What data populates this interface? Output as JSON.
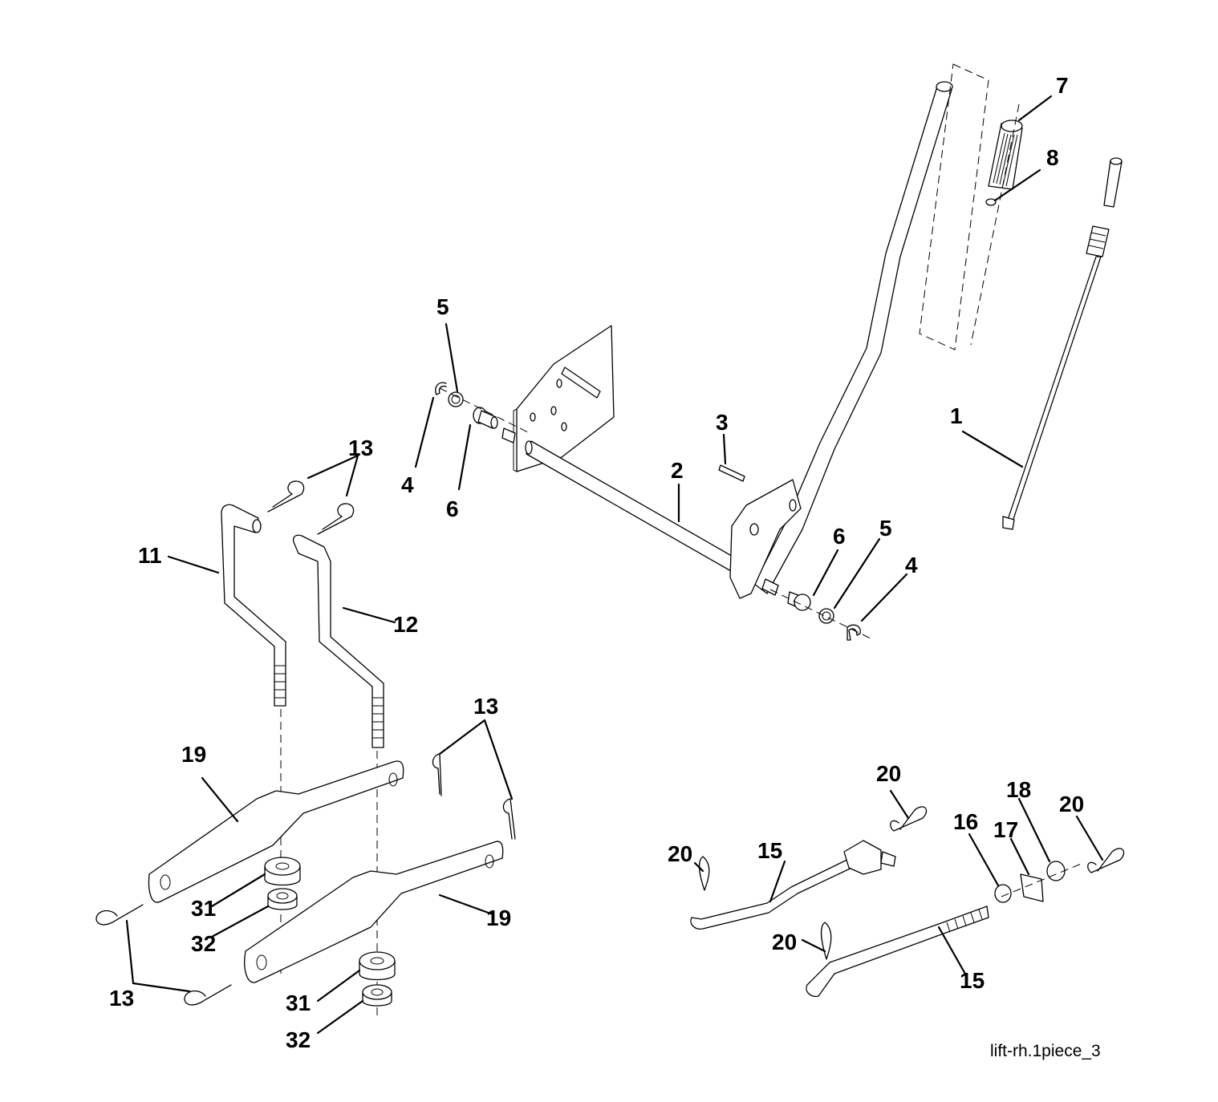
{
  "diagram": {
    "type": "exploded-parts-diagram",
    "subject": "mower deck lift linkage (right-hand, one piece)",
    "caption": "lift-rh.1piece_3",
    "line_color": "#000000",
    "background_color": "#ffffff"
  },
  "callouts": [
    {
      "id": "c1",
      "label": "1",
      "part": "lift cable / rod with spring"
    },
    {
      "id": "c2",
      "label": "2",
      "part": "lift shaft"
    },
    {
      "id": "c3",
      "label": "3",
      "part": "roll pin"
    },
    {
      "id": "c4a",
      "label": "4",
      "part": "retaining clip (left)"
    },
    {
      "id": "c4b",
      "label": "4",
      "part": "retaining clip (right)"
    },
    {
      "id": "c5a",
      "label": "5",
      "part": "washer (left)"
    },
    {
      "id": "c5b",
      "label": "5",
      "part": "washer (right)"
    },
    {
      "id": "c6a",
      "label": "6",
      "part": "bushing (left)"
    },
    {
      "id": "c6b",
      "label": "6",
      "part": "bushing (right)"
    },
    {
      "id": "c7",
      "label": "7",
      "part": "grip"
    },
    {
      "id": "c8",
      "label": "8",
      "part": "button"
    },
    {
      "id": "c11",
      "label": "11",
      "part": "lift link left"
    },
    {
      "id": "c12",
      "label": "12",
      "part": "lift link right"
    },
    {
      "id": "c13a",
      "label": "13",
      "part": "hairpin clips (upper)"
    },
    {
      "id": "c13b",
      "label": "13",
      "part": "hairpin clips (right)"
    },
    {
      "id": "c13c",
      "label": "13",
      "part": "hairpin clips (lower left)"
    },
    {
      "id": "c15a",
      "label": "15",
      "part": "front link rod (upper)"
    },
    {
      "id": "c15b",
      "label": "15",
      "part": "front link rod (lower)"
    },
    {
      "id": "c16",
      "label": "16",
      "part": "nut"
    },
    {
      "id": "c17",
      "label": "17",
      "part": "trunnion block"
    },
    {
      "id": "c18",
      "label": "18",
      "part": "nut"
    },
    {
      "id": "c19a",
      "label": "19",
      "part": "deck lift arm (upper)"
    },
    {
      "id": "c19b",
      "label": "19",
      "part": "deck lift arm (lower)"
    },
    {
      "id": "c20a",
      "label": "20",
      "part": "hairpin clip"
    },
    {
      "id": "c20b",
      "label": "20",
      "part": "hairpin clip"
    },
    {
      "id": "c20c",
      "label": "20",
      "part": "hairpin clip"
    },
    {
      "id": "c20d",
      "label": "20",
      "part": "hairpin clip"
    },
    {
      "id": "c31a",
      "label": "31",
      "part": "spacer (upper)"
    },
    {
      "id": "c31b",
      "label": "31",
      "part": "spacer (lower)"
    },
    {
      "id": "c32a",
      "label": "32",
      "part": "lock nut (upper)"
    },
    {
      "id": "c32b",
      "label": "32",
      "part": "lock nut (lower)"
    }
  ]
}
